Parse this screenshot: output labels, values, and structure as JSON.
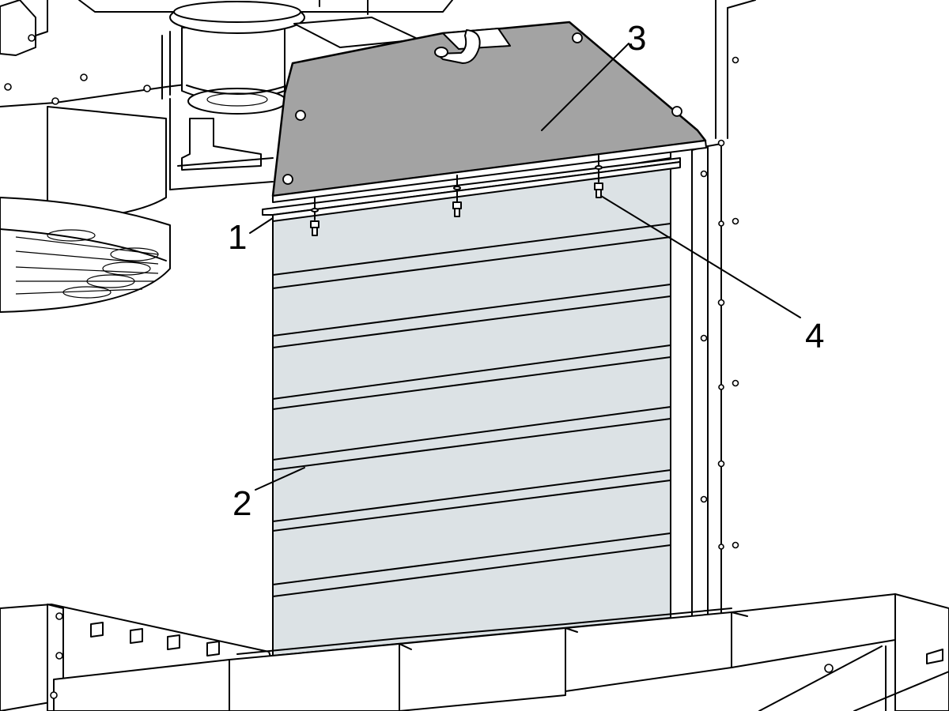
{
  "figure": {
    "callouts": [
      {
        "id": "1",
        "label": "1",
        "part": "mounting-bracket"
      },
      {
        "id": "2",
        "label": "2",
        "part": "way-cover"
      },
      {
        "id": "3",
        "label": "3",
        "part": "spindle-head-cover"
      },
      {
        "id": "4",
        "label": "4",
        "part": "screw"
      }
    ]
  }
}
